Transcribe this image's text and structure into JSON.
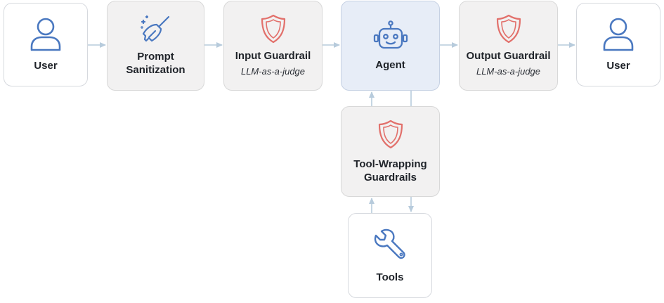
{
  "colors": {
    "connector": "#b7cbdc",
    "person_icon": "#4a78c0",
    "shield_icon": "#e2706b",
    "robot_icon": "#4a78c0",
    "tool_icon": "#4a78c0"
  },
  "nodes": {
    "user_left": {
      "title": "User",
      "icon": "user-icon"
    },
    "prompt_sanitization": {
      "title": "Prompt\nSanitization",
      "icon": "broom-icon"
    },
    "input_guardrail": {
      "title": "Input Guardrail",
      "subtitle": "LLM-as-a-judge",
      "icon": "shield-icon"
    },
    "agent": {
      "title": "Agent",
      "icon": "robot-icon"
    },
    "output_guardrail": {
      "title": "Output Guardrail",
      "subtitle": "LLM-as-a-judge",
      "icon": "shield-icon"
    },
    "user_right": {
      "title": "User",
      "icon": "user-icon"
    },
    "tool_wrapping": {
      "title": "Tool-Wrapping\nGuardrails",
      "icon": "shield-icon"
    },
    "tools": {
      "title": "Tools",
      "icon": "wrench-icon"
    }
  }
}
